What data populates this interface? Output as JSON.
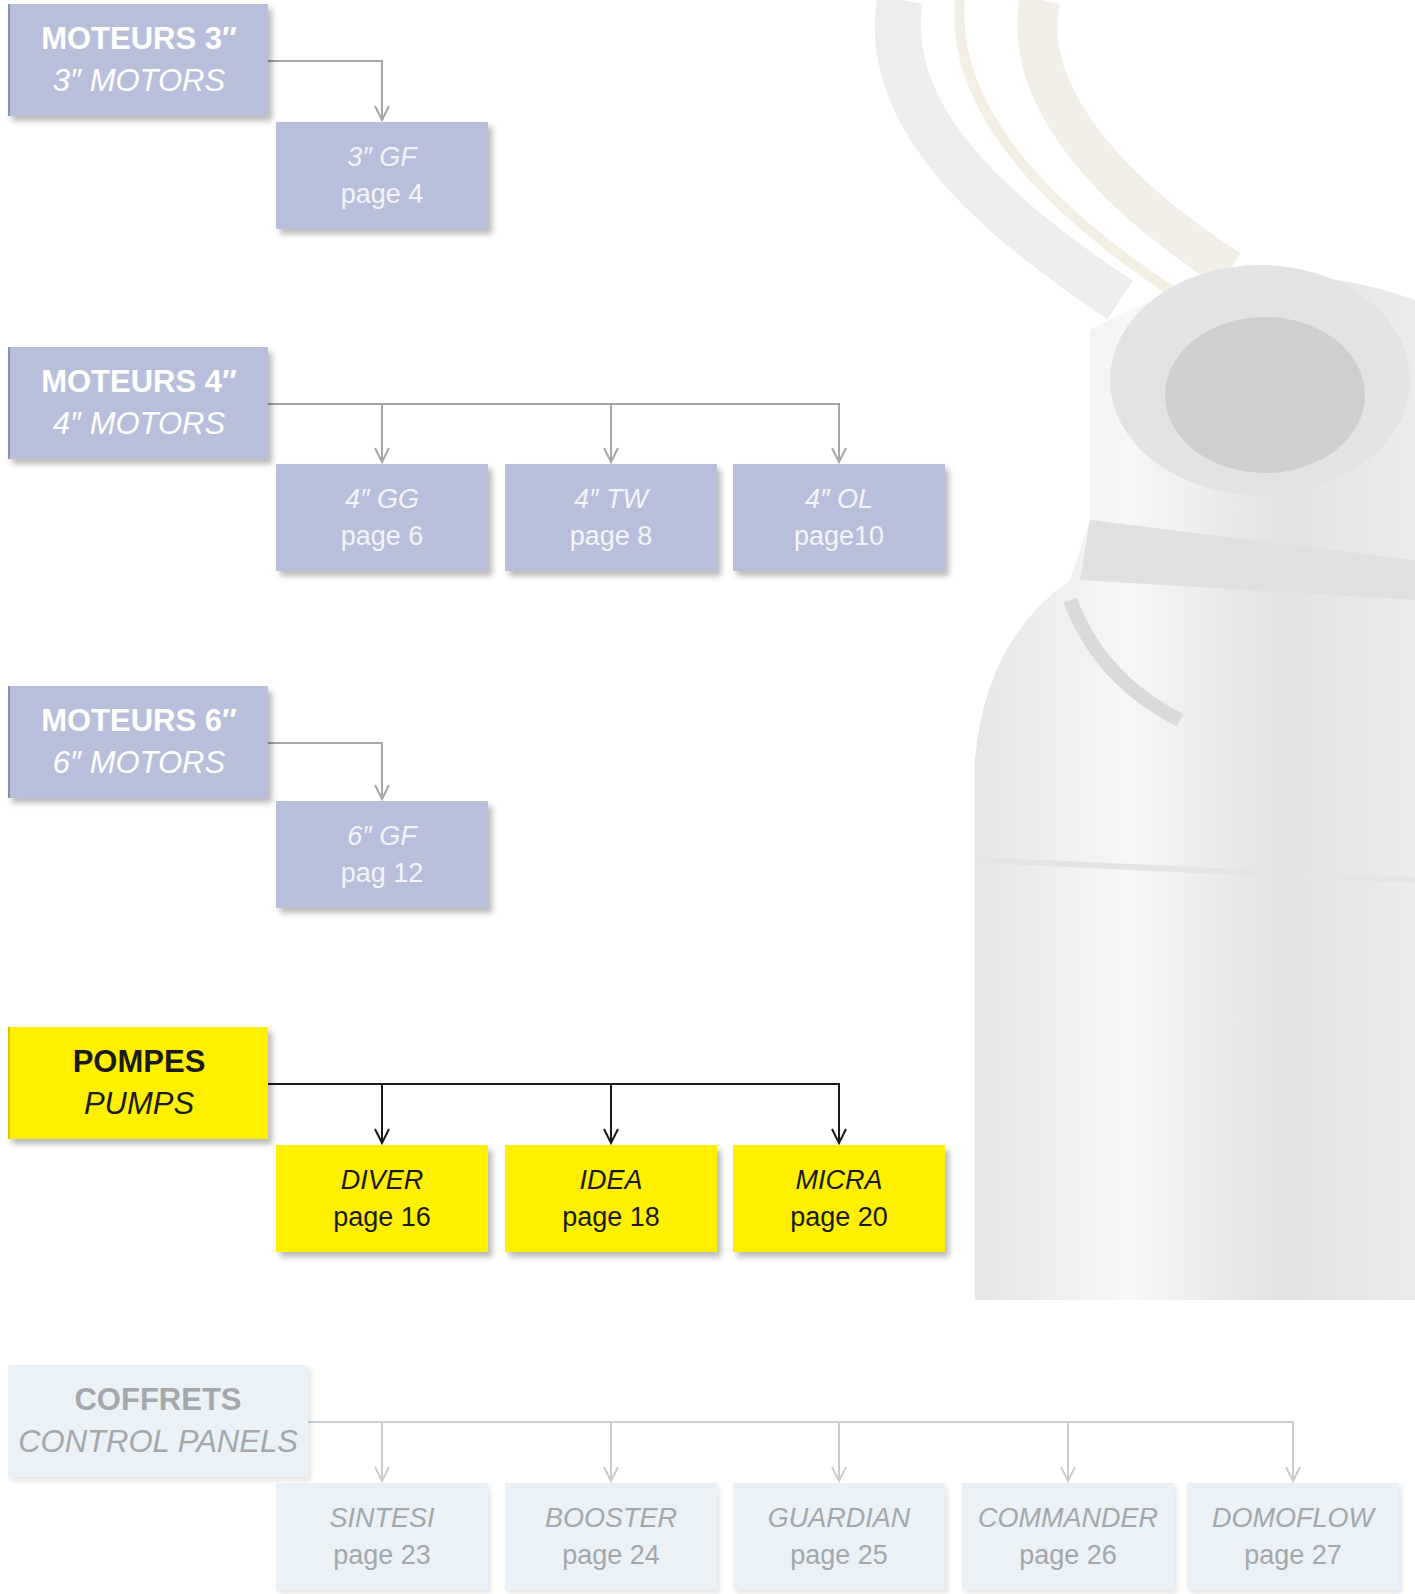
{
  "diagram": {
    "nodes": [
      {
        "text": [
          "MOTEURS 3″",
          "3″ MOTORS"
        ]
      },
      {
        "text": [
          "3″ GF",
          "page 4"
        ]
      },
      {
        "text": [
          "MOTEURS 4″",
          "4″ MOTORS"
        ]
      },
      {
        "text": [
          "4″ GG",
          "page 6"
        ]
      },
      {
        "text": [
          "4″ TW",
          "page 8"
        ]
      },
      {
        "text": [
          "4″ OL",
          "page10"
        ]
      },
      {
        "text": [
          "MOTEURS 6″",
          "6″ MOTORS"
        ]
      },
      {
        "text": [
          "6″ GF",
          "pag 12"
        ]
      },
      {
        "text": [
          "POMPES",
          "PUMPS"
        ]
      },
      {
        "text": [
          "DIVER",
          "page 16"
        ]
      },
      {
        "text": [
          "IDEA",
          "page 18"
        ]
      },
      {
        "text": [
          "MICRA",
          "page 20"
        ]
      },
      {
        "text": [
          "COFFRETS",
          "CONTROL PANELS"
        ]
      },
      {
        "text": [
          "SINTESI",
          "page 23"
        ]
      },
      {
        "text": [
          "BOOSTER",
          "page 24"
        ]
      },
      {
        "text": [
          "GUARDIAN",
          "page 25"
        ]
      },
      {
        "text": [
          "COMMANDER",
          "page 26"
        ]
      },
      {
        "text": [
          "DOMOFLOW",
          "page 27"
        ]
      }
    ],
    "edges": [
      {
        "from": 0,
        "to": 1,
        "arrow": "to"
      },
      {
        "from": 2,
        "to": 3,
        "arrow": "to"
      },
      {
        "from": 2,
        "to": 4,
        "arrow": "to"
      },
      {
        "from": 2,
        "to": 5,
        "arrow": "to"
      },
      {
        "from": 6,
        "to": 7,
        "arrow": "to"
      },
      {
        "from": 8,
        "to": 9,
        "arrow": "to"
      },
      {
        "from": 8,
        "to": 10,
        "arrow": "to"
      },
      {
        "from": 8,
        "to": 11,
        "arrow": "to"
      },
      {
        "from": 12,
        "to": 13,
        "arrow": "to"
      },
      {
        "from": 12,
        "to": 14,
        "arrow": "to"
      },
      {
        "from": 12,
        "to": 15,
        "arrow": "to"
      },
      {
        "from": 12,
        "to": 16,
        "arrow": "to"
      },
      {
        "from": 12,
        "to": 17,
        "arrow": "to"
      }
    ]
  }
}
